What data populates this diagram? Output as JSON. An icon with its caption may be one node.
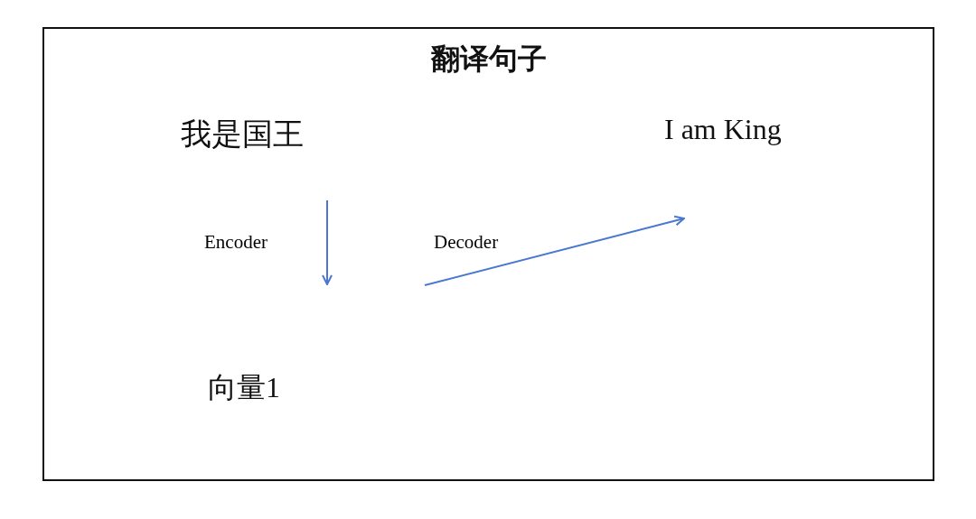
{
  "diagram": {
    "title": "翻译句子",
    "nodes": [
      {
        "text": [
          "我是国王"
        ]
      },
      {
        "text": [
          "I am King"
        ]
      },
      {
        "text": [
          "向量1"
        ]
      }
    ],
    "labels": [
      "Encoder",
      "Decoder"
    ]
  }
}
